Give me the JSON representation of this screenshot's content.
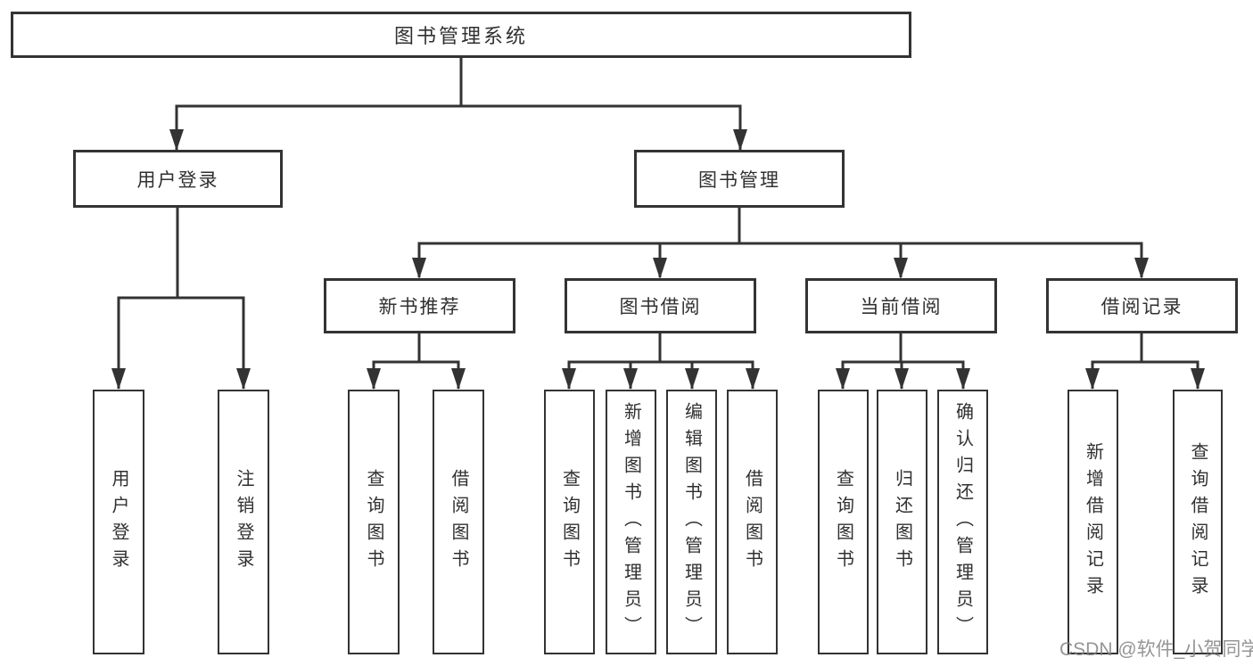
{
  "diagram_title": "图书管理系统",
  "tree": {
    "label": "图书管理系统",
    "children": [
      {
        "label": "用户登录",
        "children": [
          {
            "label": "用户登录"
          },
          {
            "label": "注销登录"
          }
        ]
      },
      {
        "label": "图书管理",
        "children": [
          {
            "label": "新书推荐",
            "children": [
              {
                "label": "查询图书"
              },
              {
                "label": "借阅图书"
              }
            ]
          },
          {
            "label": "图书借阅",
            "children": [
              {
                "label": "查询图书"
              },
              {
                "label": "新增图书（管理员）"
              },
              {
                "label": "编辑图书（管理员）"
              },
              {
                "label": "借阅图书"
              }
            ]
          },
          {
            "label": "当前借阅",
            "children": [
              {
                "label": "查询图书"
              },
              {
                "label": "归还图书"
              },
              {
                "label": "确认归还（管理员）"
              }
            ]
          },
          {
            "label": "借阅记录",
            "children": [
              {
                "label": "新增借阅记录"
              },
              {
                "label": "查询借阅记录"
              }
            ]
          }
        ]
      }
    ]
  },
  "watermark": {
    "text": "CSDN @软件_小贺同学"
  },
  "colors": {
    "line": "#333333",
    "box_border": "#333333",
    "box_fill": "#ffffff",
    "text": "#303030",
    "watermark": "#828282",
    "background": "#ffffff"
  }
}
